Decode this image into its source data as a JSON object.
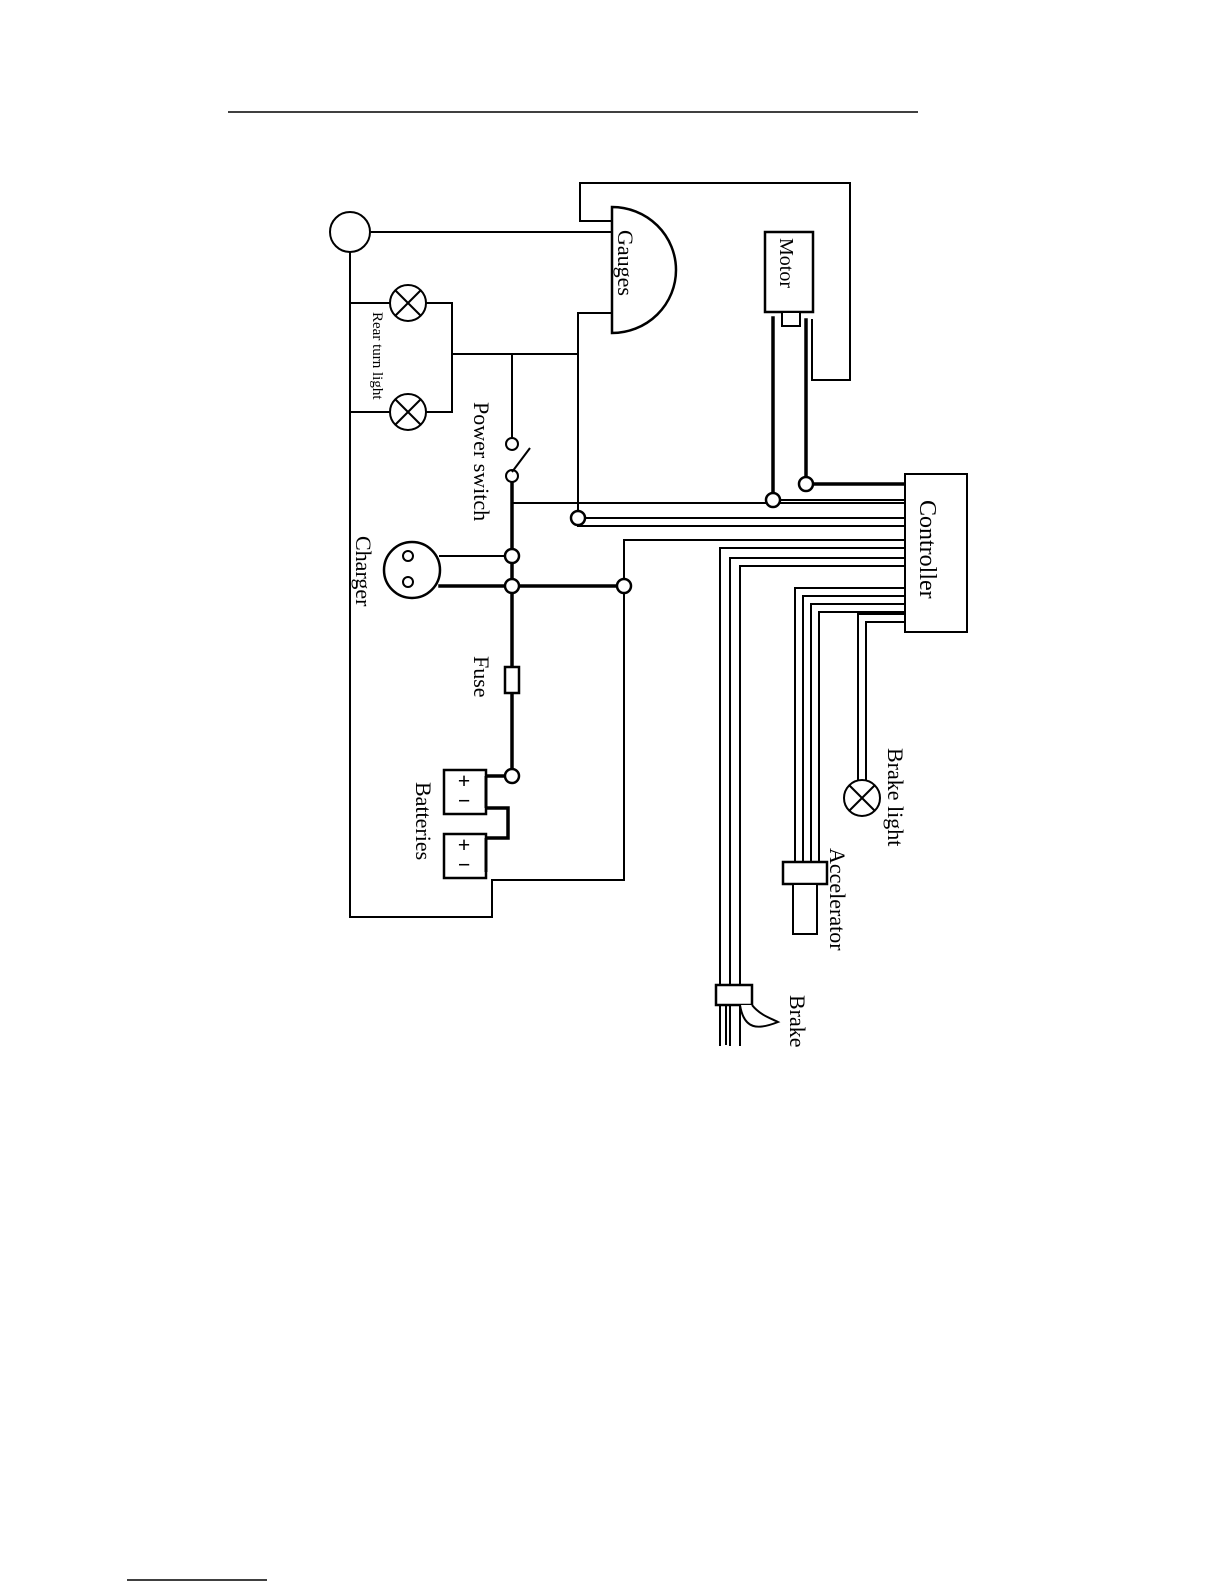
{
  "labels": {
    "gauges": "Gauges",
    "motor": "Motor",
    "rear_turn_light": "Rear turn light",
    "power_switch": "Power switch",
    "charger": "Charger",
    "fuse": "Fuse",
    "batteries": "Batteries",
    "controller": "Controller",
    "brake_light": "Brake light",
    "accelerator": "Accelerator",
    "brake": "Brake"
  },
  "battery_symbols": {
    "plus": "+",
    "minus": "−"
  }
}
